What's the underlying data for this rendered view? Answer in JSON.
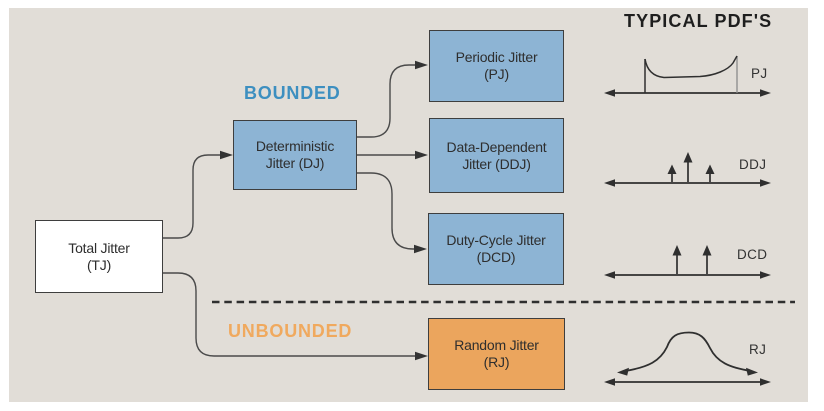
{
  "labels": {
    "typical_pdfs": "TYPICAL PDF'S",
    "bounded": "BOUNDED",
    "unbounded": "UNBOUNDED"
  },
  "nodes": {
    "tj": {
      "line1": "Total Jitter",
      "line2": "(TJ)"
    },
    "dj": {
      "line1": "Deterministic",
      "line2": "Jitter (DJ)"
    },
    "pj": {
      "line1": "Periodic Jitter",
      "line2": "(PJ)"
    },
    "ddj": {
      "line1": "Data-Dependent",
      "line2": "Jitter (DDJ)"
    },
    "dcd": {
      "line1": "Duty-Cycle Jitter",
      "line2": "(DCD)"
    },
    "rj": {
      "line1": "Random Jitter",
      "line2": "(RJ)"
    }
  },
  "pdf_labels": {
    "pj": "PJ",
    "ddj": "DDJ",
    "dcd": "DCD",
    "rj": "RJ"
  },
  "edges": [
    {
      "from": "tj",
      "to": "dj"
    },
    {
      "from": "tj",
      "to": "rj"
    },
    {
      "from": "dj",
      "to": "pj"
    },
    {
      "from": "dj",
      "to": "ddj"
    },
    {
      "from": "dj",
      "to": "dcd"
    }
  ],
  "colors": {
    "blue_box": "#8db4d4",
    "orange_box": "#eba55d",
    "bounded_text": "#3d8fc0",
    "unbounded_text": "#f0a95e",
    "line": "#4a4a4a",
    "ink": "#2e2e2e",
    "panel_bg": "#e1ddd7",
    "page_bg": "#ffffff"
  }
}
